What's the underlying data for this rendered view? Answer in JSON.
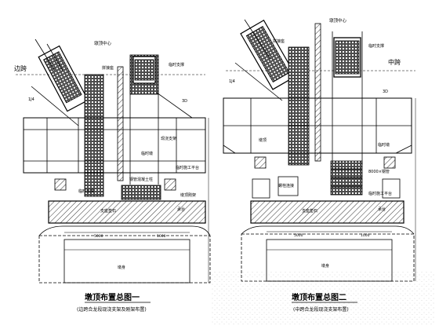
{
  "left": {
    "side_label": "边跨",
    "axis_label": "墩顶中心",
    "caption": "墩顶布置总图一",
    "subcaption": "(边跨合龙段现浇支架及刚架布置)",
    "labels": {
      "l1": "临时支撑",
      "l2": "拼接座",
      "l3": "现浇支架",
      "l4": "临时墩",
      "l5": "临时施工平台",
      "l6": "支座垫石",
      "l7": "承台",
      "l8": "1J4",
      "l9": "3D",
      "l10": "墩身",
      "l11": "5000",
      "l12": "1000",
      "l13": "临时支撑",
      "l14": "墩顶刚架",
      "l15": "钢管混凝土柱"
    }
  },
  "right": {
    "side_label": "中跨",
    "axis_label": "墩顶中心",
    "caption": "墩顶布置总图二",
    "subcaption": "(中跨合龙段现浇支架布置)",
    "labels": {
      "r1": "拼接座",
      "r2": "临时支撑",
      "r3": "临时墩",
      "r4": "8000×钢管",
      "r5": "支座垫石",
      "r6": "承台",
      "r7": "1J4",
      "r8": "3D",
      "r9": "墩身",
      "r10": "墩顶",
      "r11": "5000",
      "r12": "1000",
      "r13": "螺栓连接",
      "r14": "临时施工平台"
    }
  }
}
